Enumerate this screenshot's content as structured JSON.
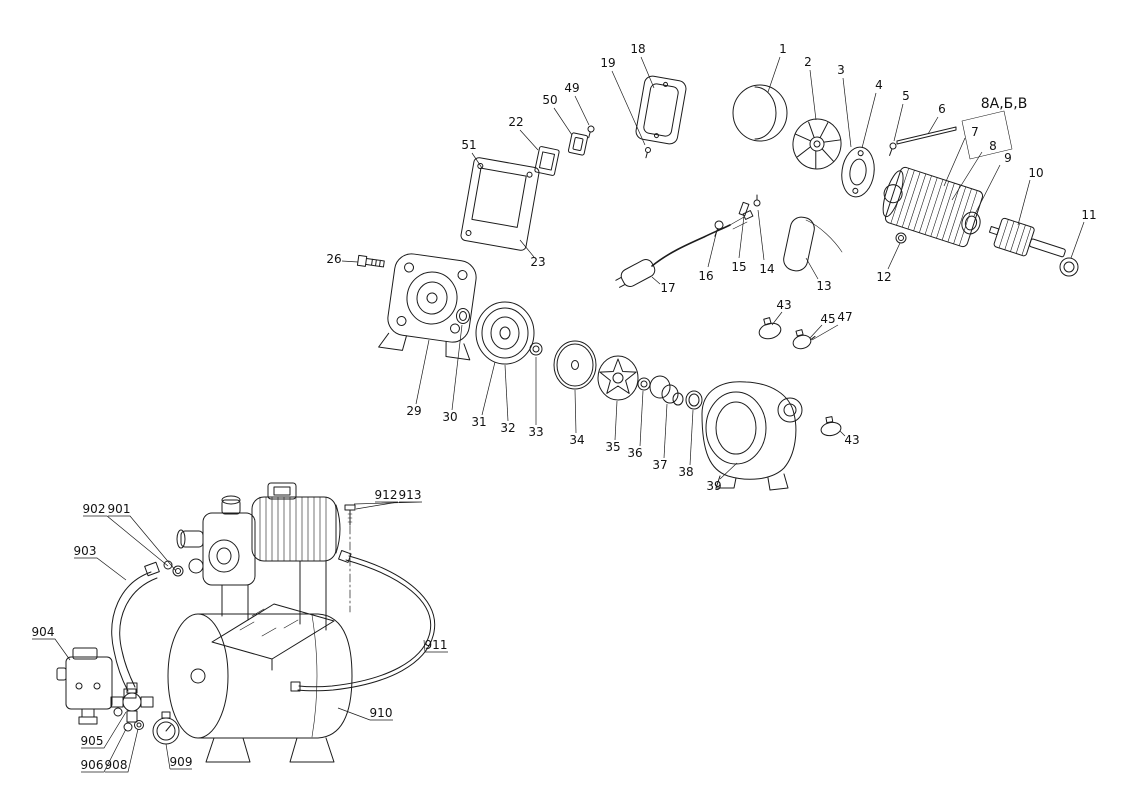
{
  "figure": {
    "kind": "exploded-parts-diagram",
    "ink_color": "#1c1c1c",
    "background_color": "#ffffff",
    "callout": "8А,Б,В",
    "parts": {
      "n1": "1",
      "n2": "2",
      "n3": "3",
      "n4": "4",
      "n5": "5",
      "n6": "6",
      "n7": "7",
      "n8": "8",
      "n9": "9",
      "n10": "10",
      "n11": "11",
      "n12": "12",
      "n13": "13",
      "n14": "14",
      "n15": "15",
      "n16": "16",
      "n17": "17",
      "n18": "18",
      "n19": "19",
      "n22": "22",
      "n23": "23",
      "n26": "26",
      "n29": "29",
      "n30": "30",
      "n31": "31",
      "n32": "32",
      "n33": "33",
      "n34": "34",
      "n35": "35",
      "n36": "36",
      "n37": "37",
      "n38": "38",
      "n39": "39",
      "n43": "43",
      "n45": "45",
      "n47": "47",
      "n49": "49",
      "n50": "50",
      "n51": "51",
      "n901": "901",
      "n902": "902",
      "n903": "903",
      "n904": "904",
      "n905": "905",
      "n906": "906",
      "n908": "908",
      "n909": "909",
      "n910": "910",
      "n911": "911",
      "n912": "912",
      "n913": "913"
    }
  }
}
